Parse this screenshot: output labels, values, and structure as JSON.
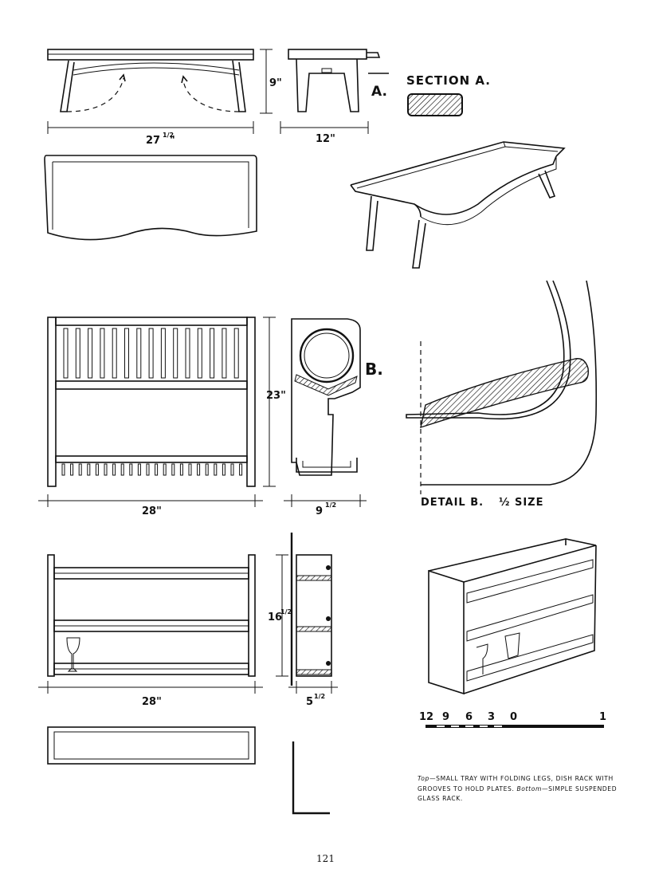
{
  "labels": {
    "section_a_marker": "A.",
    "section_a_title": "SECTION A.",
    "section_b_marker": "B.",
    "detail_b_title": "DETAIL B.",
    "detail_b_scale": "½ SIZE"
  },
  "dimensions": {
    "tray_height": "9\"",
    "tray_length_whole": "27",
    "tray_length_frac": "1/2",
    "tray_width": "12\"",
    "dish_rack_height": "23\"",
    "dish_rack_length": "28\"",
    "dish_rack_depth_whole": "9",
    "dish_rack_depth_frac": "1/2",
    "glass_rack_height_whole": "16",
    "glass_rack_height_frac": "1/2",
    "glass_rack_length": "28\"",
    "glass_rack_depth_whole": "5",
    "glass_rack_depth_frac": "1/2"
  },
  "scale_bar": {
    "ticks": [
      "12",
      "9",
      "6",
      "3",
      "0",
      "1"
    ]
  },
  "caption": {
    "top_prefix": "Top",
    "top_text": "—SMALL TRAY WITH FOLDING LEGS, DISH RACK WITH GROOVES TO HOLD PLATES.",
    "bottom_prefix": "Bottom",
    "bottom_text": "—SIMPLE SUSPENDED GLASS RACK."
  },
  "page_number": "121"
}
